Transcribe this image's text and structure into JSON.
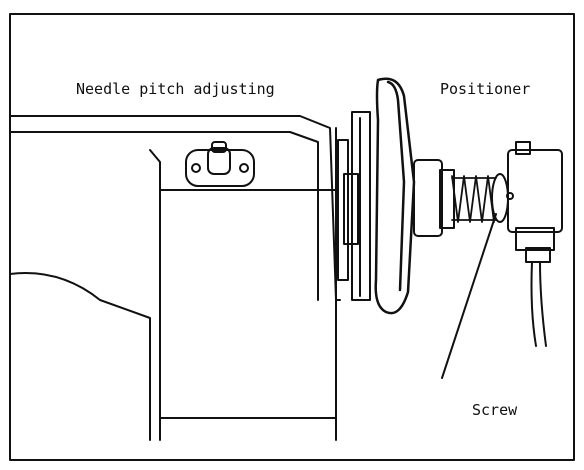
{
  "labels": {
    "needle_pitch": "Needle pitch adjusting",
    "positioner": "Positioner",
    "screw": "Screw"
  },
  "colors": {
    "ink": "#111111",
    "background": "#ffffff"
  }
}
